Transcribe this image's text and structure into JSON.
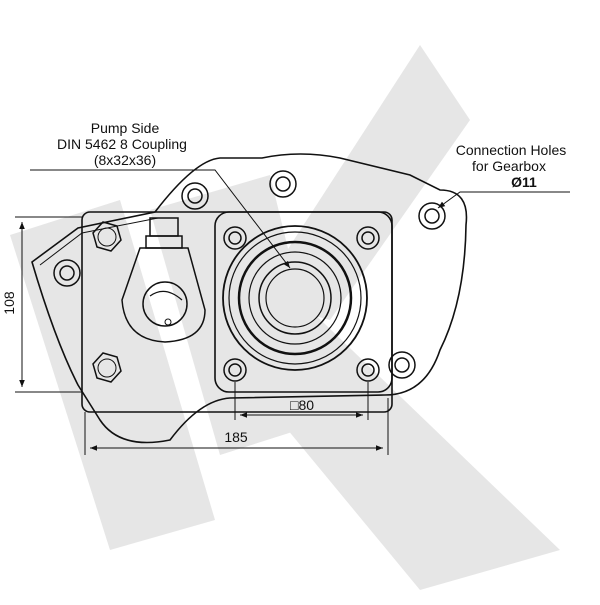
{
  "watermark": {
    "letters": "LK",
    "color": "#e6e6e6"
  },
  "colors": {
    "line": "#111111",
    "background": "#ffffff"
  },
  "callouts": {
    "pump_side": {
      "line1": "Pump Side",
      "line2": "DIN 5462 8 Coupling",
      "line3": "(8x32x36)"
    },
    "connection_holes": {
      "line1": "Connection Holes",
      "line2": "for Gearbox",
      "line3": "Ø11"
    }
  },
  "dimensions": {
    "height": "108",
    "square": "□80",
    "width": "185"
  }
}
